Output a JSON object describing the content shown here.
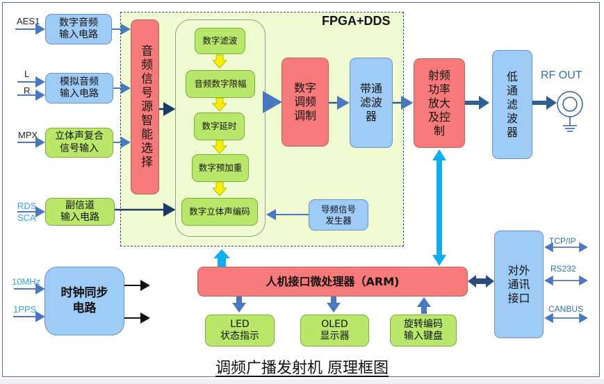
{
  "diagram": {
    "title": "调频广播发射机 原理框图",
    "fpga_label": "FPGA+DDS",
    "inputs": {
      "aes1": "AES1",
      "l": "L",
      "r": "R",
      "mpx": "MPX",
      "rds": "RDS",
      "sca": "SCA",
      "clk_10mhz": "10MHz",
      "clk_1pps": "1PPS"
    },
    "blocks": {
      "digital_audio_in": "数字音频\n输入电路",
      "analog_audio_in": "模拟音频\n输入电路",
      "stereo_composite_in": "立体声复合\n信号输入",
      "subchannel_in": "副信道\n输入电路",
      "source_select": "音频信号源智能选择",
      "dsp_chain": [
        "数字滤波",
        "音频数字限幅",
        "数字延时",
        "数字预加重",
        "数字立体声编码"
      ],
      "pilot_generator": "导频信号\n发生器",
      "fm_modulation": "数字\n调频\n调制",
      "bandpass_filter": "带通\n滤波\n器",
      "rf_power_amp": "射频\n功率\n放大\n及控\n制",
      "lowpass_filter": "低\n通\n滤\n波\n器",
      "rf_out": "RF OUT",
      "clock_sync": "时钟同步\n电路",
      "arm_processor": "人机接口微处理器（ARM)",
      "led_status": "LED\n状态指示",
      "oled_display": "OLED\n显示器",
      "encoder_keypad": "旋转编码\n输入键盘",
      "external_comm": "对外\n通讯\n接口"
    },
    "comm_ports": [
      "TCP/IP",
      "RS232",
      "CANBUS"
    ]
  }
}
